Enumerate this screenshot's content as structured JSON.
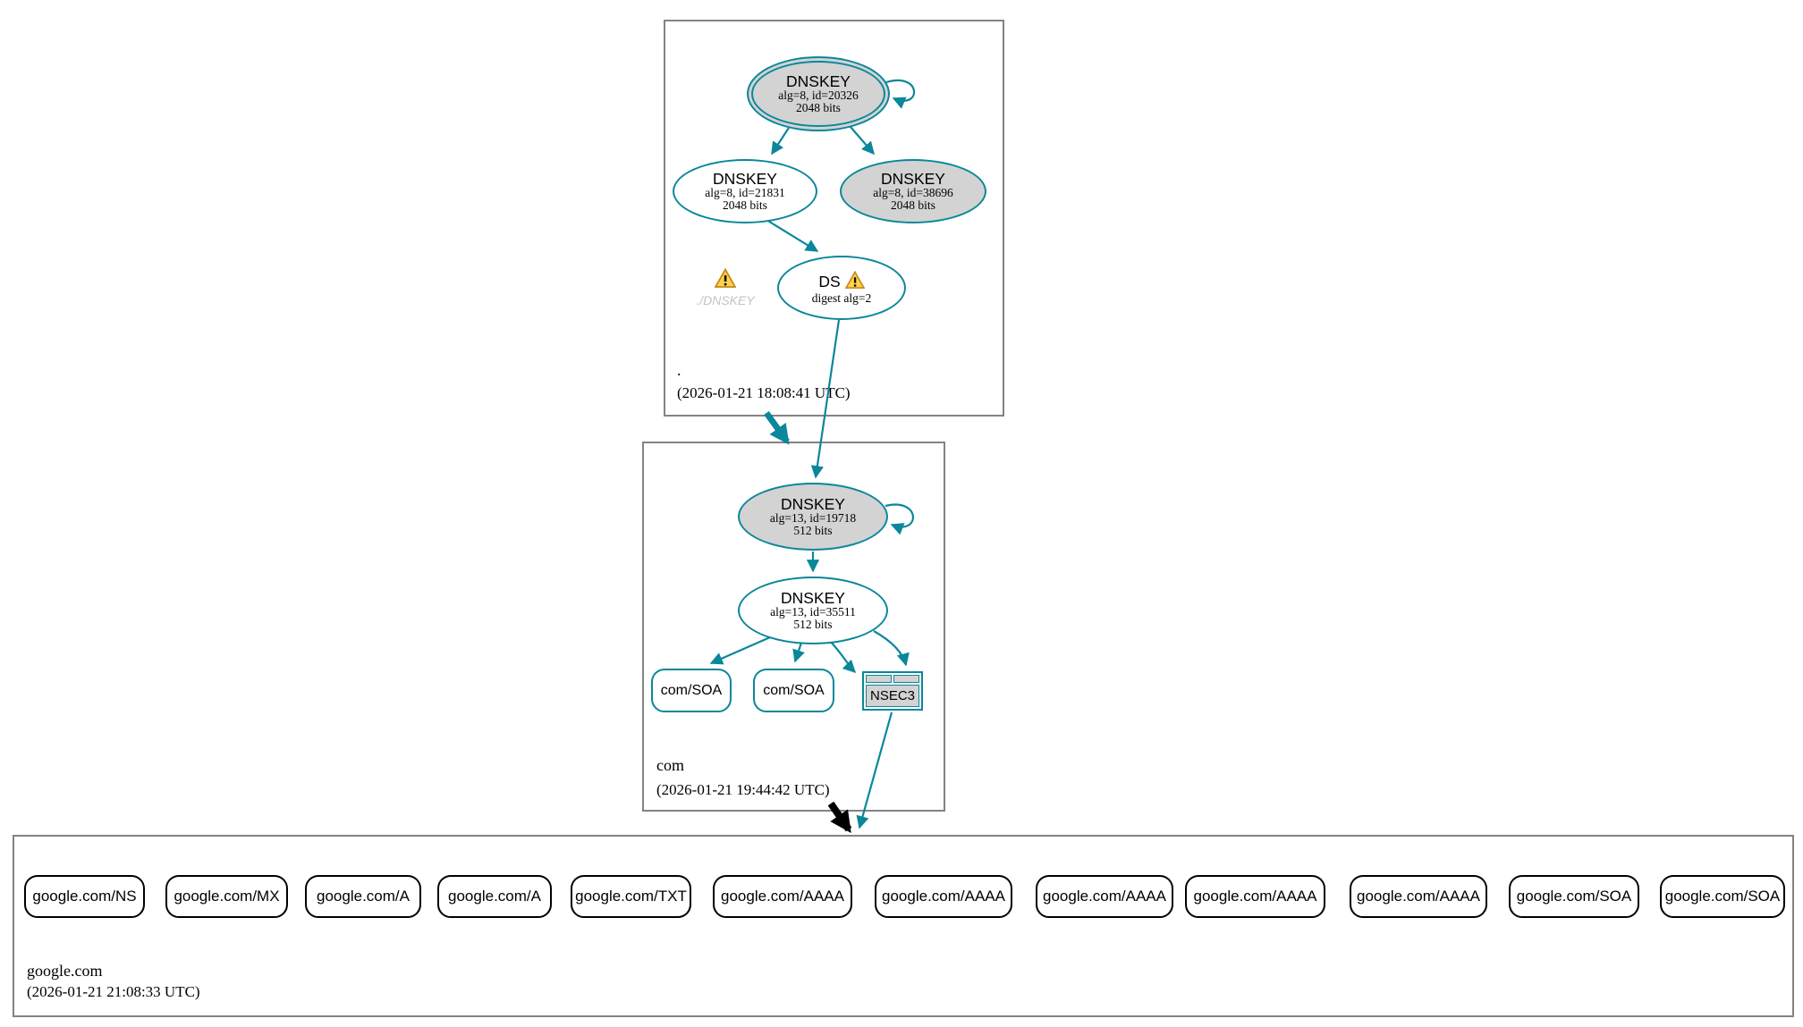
{
  "colors": {
    "teal": "#0a879a",
    "node-grey": "#d3d3d3",
    "box-border": "#838383",
    "ghost": "#c3c3c3",
    "warn-fill": "#ffd24a",
    "warn-border": "#c8881a"
  },
  "zones": {
    "root": {
      "name": ".",
      "timestamp": "(2026-01-21 18:08:41 UTC)",
      "ksk": {
        "title": "DNSKEY",
        "detail1": "alg=8, id=20326",
        "detail2": "2048 bits"
      },
      "zsk_a": {
        "title": "DNSKEY",
        "detail1": "alg=8, id=21831",
        "detail2": "2048 bits"
      },
      "zsk_b": {
        "title": "DNSKEY",
        "detail1": "alg=8, id=38696",
        "detail2": "2048 bits"
      },
      "ds": {
        "title": "DS",
        "detail1": "digest alg=2"
      },
      "ghost_label": "./DNSKEY"
    },
    "com": {
      "name": "com",
      "timestamp": "(2026-01-21 19:44:42 UTC)",
      "ksk": {
        "title": "DNSKEY",
        "detail1": "alg=13, id=19718",
        "detail2": "512 bits"
      },
      "zsk": {
        "title": "DNSKEY",
        "detail1": "alg=13, id=35511",
        "detail2": "512 bits"
      },
      "rrsets": [
        "com/SOA",
        "com/SOA"
      ],
      "nsec3_label": "NSEC3"
    },
    "google": {
      "name": "google.com",
      "timestamp": "(2026-01-21 21:08:33 UTC)",
      "rrsets": [
        "google.com/NS",
        "google.com/MX",
        "google.com/A",
        "google.com/A",
        "google.com/TXT",
        "google.com/AAAA",
        "google.com/AAAA",
        "google.com/AAAA",
        "google.com/AAAA",
        "google.com/AAAA",
        "google.com/SOA",
        "google.com/SOA"
      ]
    }
  }
}
